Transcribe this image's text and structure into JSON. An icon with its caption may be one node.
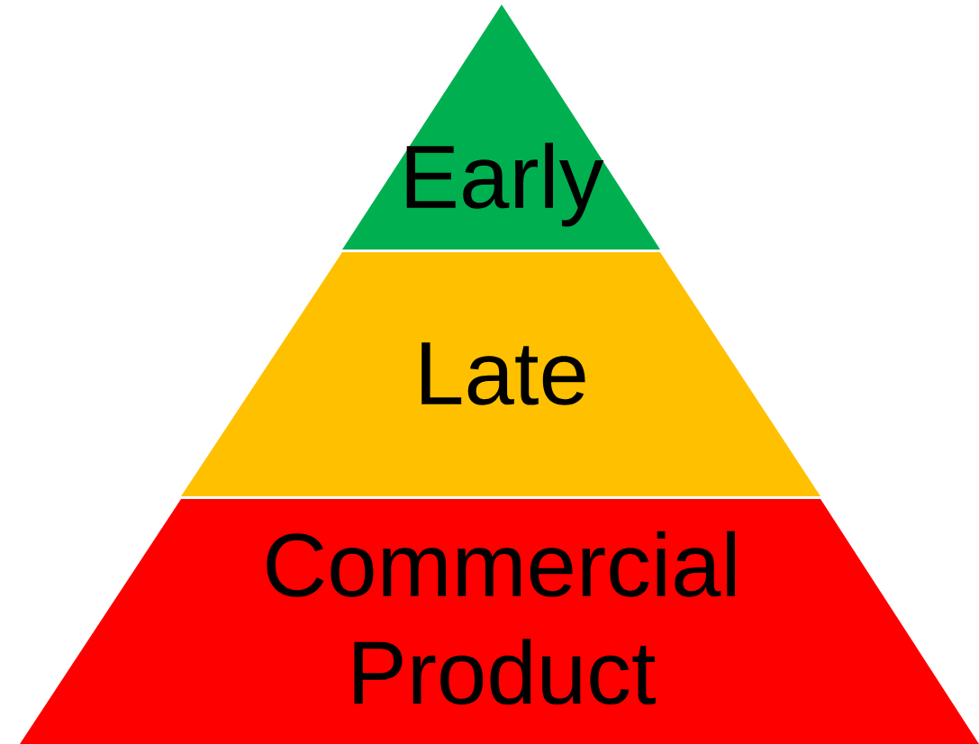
{
  "diagram": {
    "nodes": [
      {
        "text": [
          "Early"
        ]
      },
      {
        "text": [
          "Late"
        ]
      },
      {
        "text": [
          "Commercial Product"
        ]
      }
    ]
  }
}
